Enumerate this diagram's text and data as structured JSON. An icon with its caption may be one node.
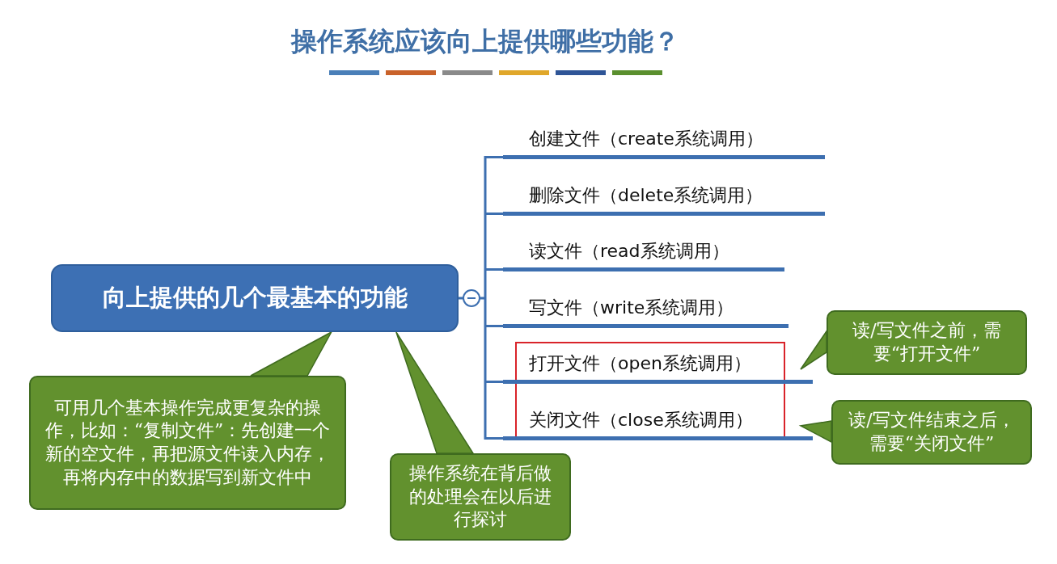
{
  "diagram": {
    "title": "操作系统应该向上提供哪些功能？",
    "nodes": [
      {
        "text": [
          "向上提供的几个最基本的功能"
        ]
      },
      {
        "text": [
          "创建文件（create系统调用）"
        ]
      },
      {
        "text": [
          "删除文件（delete系统调用）"
        ]
      },
      {
        "text": [
          "读文件（read系统调用）"
        ]
      },
      {
        "text": [
          "写文件（write系统调用）"
        ]
      },
      {
        "text": [
          "打开文件（open系统调用）"
        ]
      },
      {
        "text": [
          "关闭文件（close系统调用）"
        ]
      },
      {
        "text": [
          "读/写文件之前，需要“打开文件”"
        ]
      },
      {
        "text": [
          "读/写文件结束之后，需要“关闭文件”"
        ]
      },
      {
        "text": [
          "可用几个基本操作完成更复杂的操作，比如：“复制文件”：先创建一个新的空文件，再把源文件读入内存，再将内存中的数据写到新文件中"
        ]
      },
      {
        "text": [
          "操作系统在背后做的处理会在以后进行探讨"
        ]
      }
    ],
    "edges": [
      {
        "from": 0,
        "to": 1,
        "arrow": "other"
      },
      {
        "from": 0,
        "to": 2,
        "arrow": "other"
      },
      {
        "from": 0,
        "to": 3,
        "arrow": "other"
      },
      {
        "from": 0,
        "to": 4,
        "arrow": "other"
      },
      {
        "from": 0,
        "to": 5,
        "arrow": "other"
      },
      {
        "from": 0,
        "to": 6,
        "arrow": "other"
      },
      {
        "from": 7,
        "to": 5,
        "arrow": "to"
      },
      {
        "from": 8,
        "to": 6,
        "arrow": "to"
      },
      {
        "from": 9,
        "to": 0,
        "arrow": "to"
      },
      {
        "from": 10,
        "to": 0,
        "arrow": "to"
      }
    ]
  }
}
